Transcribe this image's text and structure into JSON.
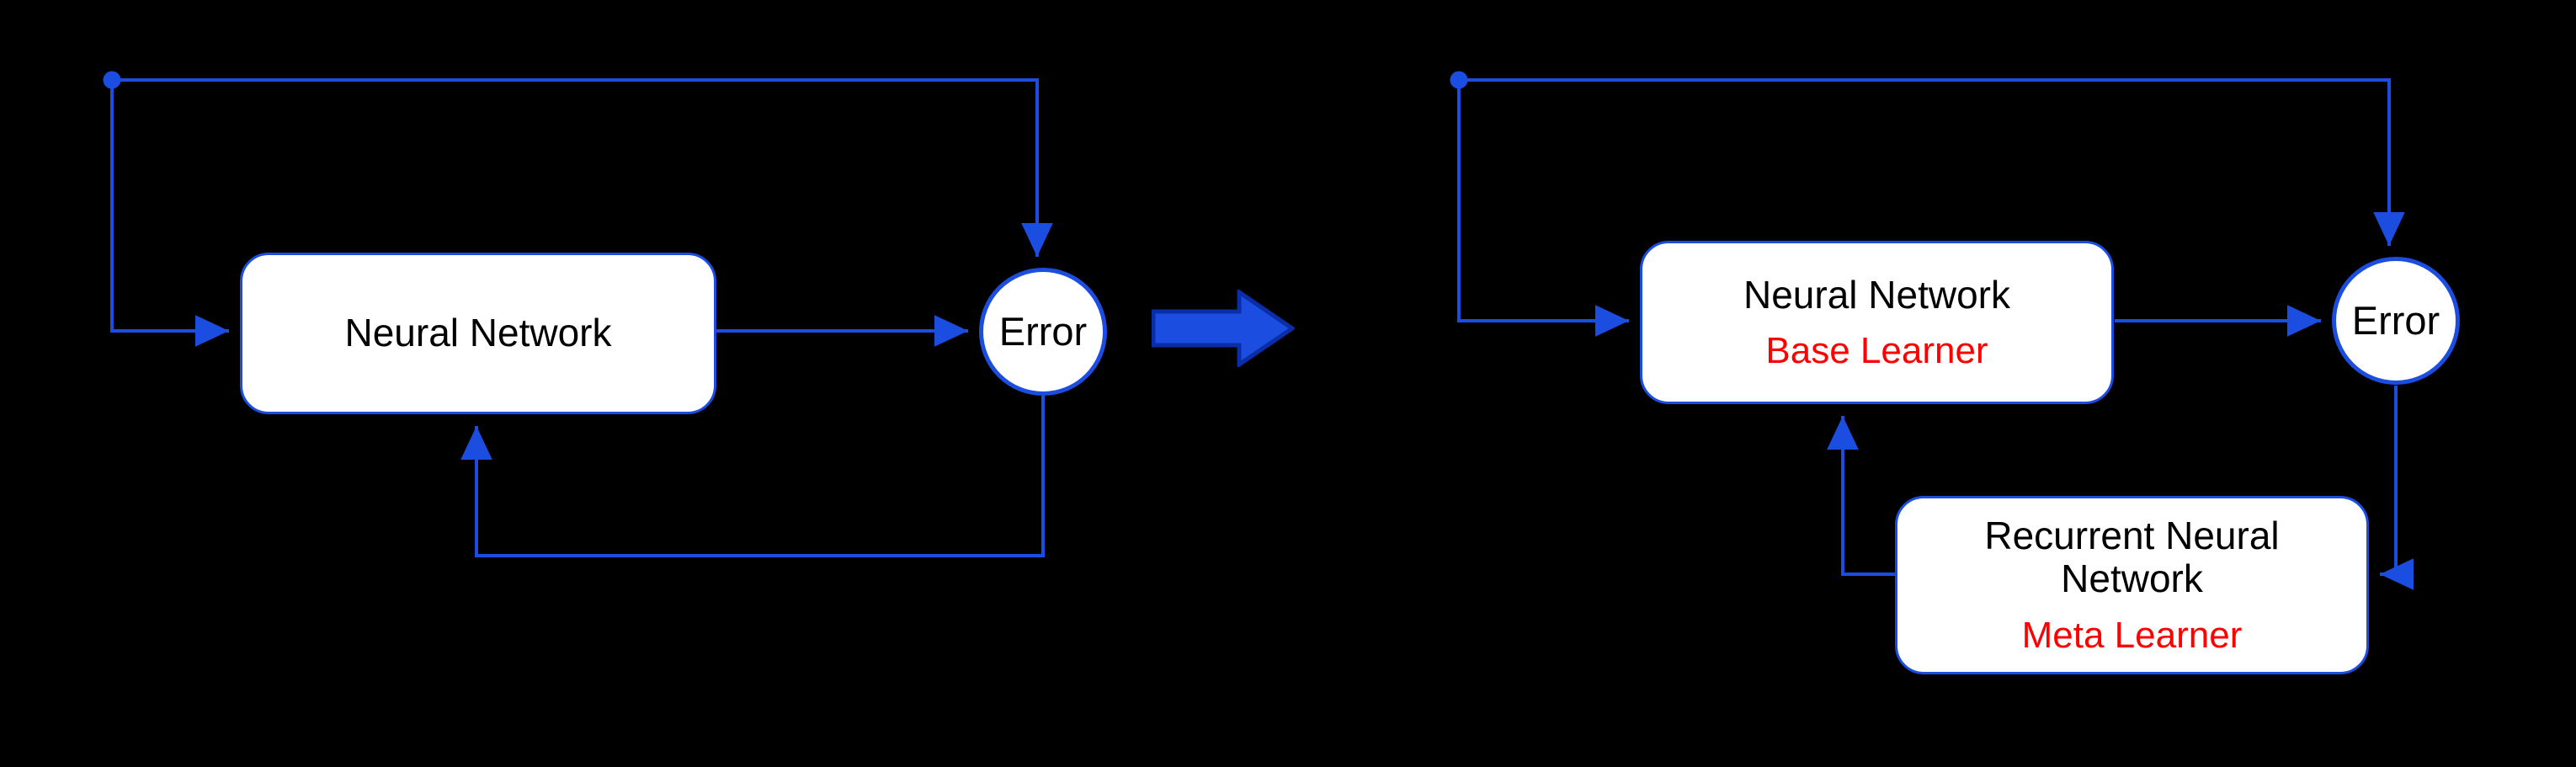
{
  "diagram": {
    "title": "Neural Network training loop evolving into Base/Meta learner architecture",
    "background_color": "#000000",
    "wire_color": "#1a4de0",
    "node_fill": "#ffffff",
    "node_border_color": "#1a4de0",
    "primary_text_color": "#000000",
    "accent_text_color": "#ff0000",
    "big_arrow_color": "#1a4de0",
    "big_arrow_border_color": "#0a2da8"
  },
  "left_panel": {
    "name": "standard-training-loop",
    "nodes": [
      {
        "id": "nn",
        "label": "Neural Network",
        "shape": "rounded-rectangle"
      },
      {
        "id": "error",
        "label": "Error",
        "shape": "circle"
      }
    ],
    "start_marker": "input-source-dot",
    "edges": [
      {
        "from": "input",
        "to": "nn",
        "style": "orthogonal-arrow"
      },
      {
        "from": "nn",
        "to": "error",
        "style": "straight-arrow"
      },
      {
        "from": "input",
        "to": "error",
        "style": "orthogonal-arrow"
      },
      {
        "from": "error",
        "to": "nn",
        "style": "orthogonal-feedback-arrow"
      }
    ]
  },
  "transition": {
    "icon": "right-arrow-icon",
    "meaning": "evolves into"
  },
  "right_panel": {
    "name": "meta-learning-loop",
    "nodes": [
      {
        "id": "nn",
        "label": "Neural Network",
        "sublabel": "Base Learner",
        "shape": "rounded-rectangle"
      },
      {
        "id": "error",
        "label": "Error",
        "shape": "circle"
      },
      {
        "id": "rnn",
        "label_line1": "Recurrent Neural",
        "label_line2": "Network",
        "sublabel": "Meta Learner",
        "shape": "rounded-rectangle"
      }
    ],
    "start_marker": "input-source-dot",
    "edges": [
      {
        "from": "input",
        "to": "nn",
        "style": "orthogonal-arrow"
      },
      {
        "from": "nn",
        "to": "error",
        "style": "straight-arrow"
      },
      {
        "from": "input",
        "to": "error",
        "style": "orthogonal-arrow"
      },
      {
        "from": "error",
        "to": "rnn",
        "style": "orthogonal-arrow"
      },
      {
        "from": "rnn",
        "to": "nn",
        "style": "orthogonal-feedback-arrow"
      }
    ]
  }
}
